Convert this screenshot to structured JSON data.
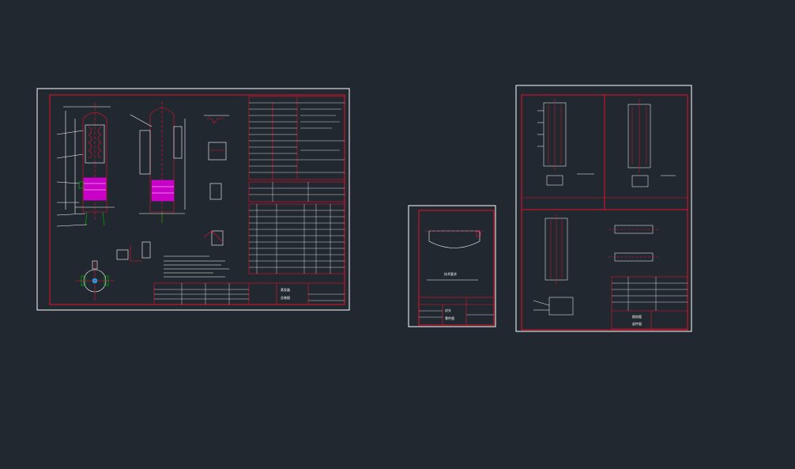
{
  "app": {
    "background_color": "#212830",
    "sheet_border_color": "#ffffff",
    "frame_color": "#e8102a",
    "line_color": "#ffffff",
    "highlight_color": "#e600e6",
    "accent_color": "#00c000"
  },
  "sheets": [
    {
      "name": "assembly-drawing",
      "title_block": [
        "蒸发器",
        "总装图"
      ]
    },
    {
      "name": "head-detail-drawing",
      "title_block": [
        "封头",
        "零件图"
      ],
      "note_title": "技术要求"
    },
    {
      "name": "tube-bundle-drawing",
      "title_block": [
        "换热管",
        "部件图"
      ]
    }
  ]
}
